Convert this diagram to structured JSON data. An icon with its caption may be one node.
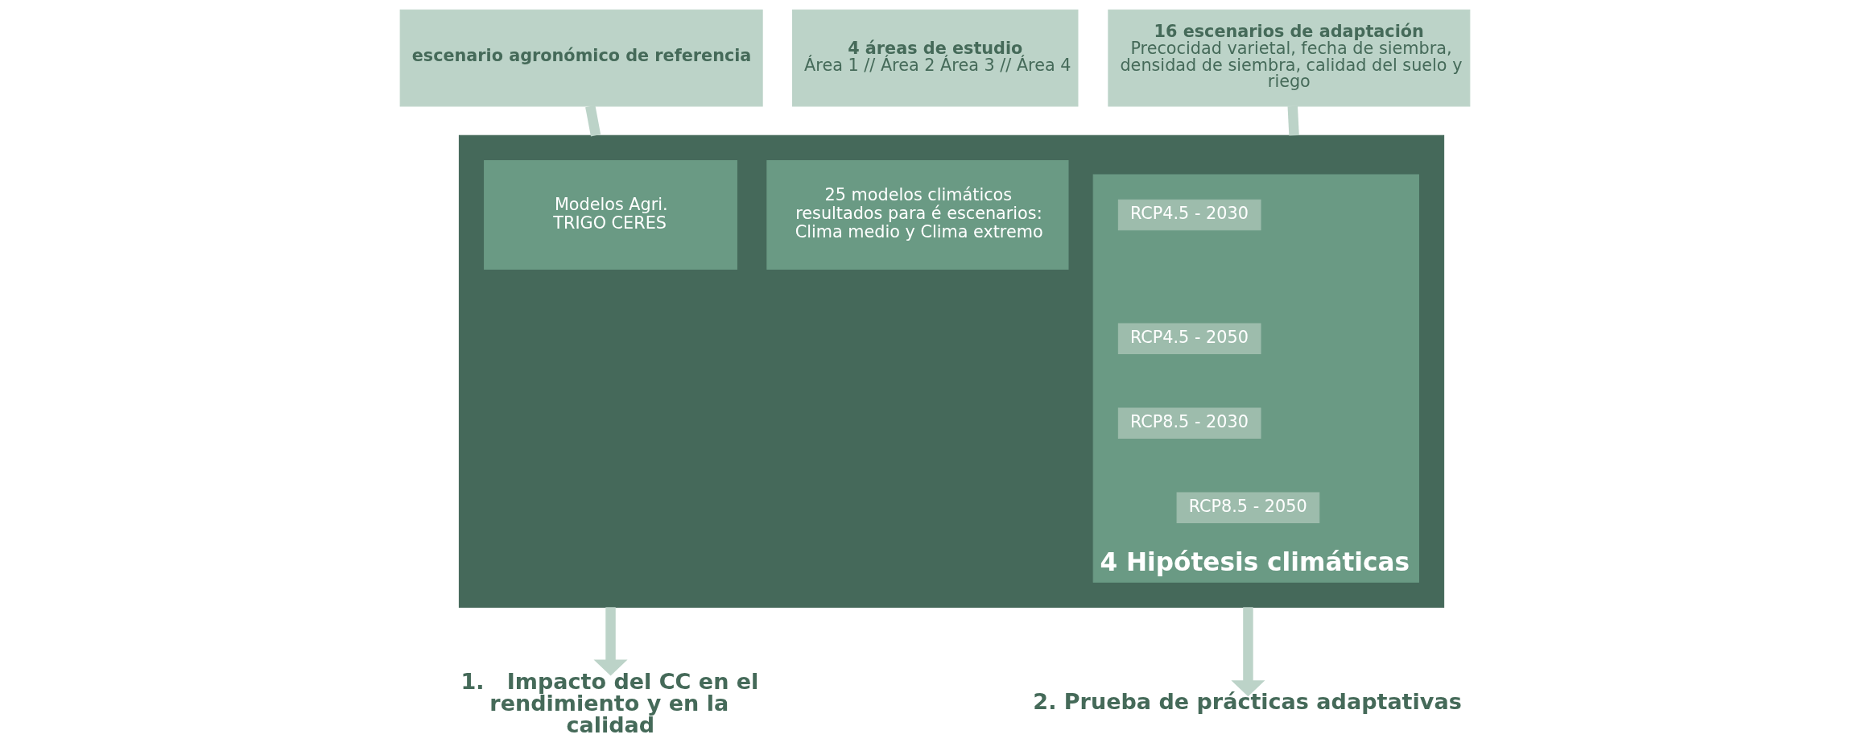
{
  "diagram": {
    "nodes": [
      {
        "text": [
          "escenario agronómico de referencia"
        ]
      },
      {
        "text": [
          "4 áreas de estudio",
          "Área 1 // Área 2 Área 3 // Área 4"
        ]
      },
      {
        "text": [
          "16 escenarios de adaptación",
          "Precocidad varietal, fecha de siembra, densidad de siembra, calidad del suelo y riego"
        ]
      },
      {
        "text": [],
        "shape": "box"
      },
      {
        "text": [
          "Modelos Agri. TRIGO CERES"
        ],
        "in": 3
      },
      {
        "text": [
          "25 modelos climáticos resultados para é escenarios: Clima medio y Clima extremo"
        ],
        "in": 3
      },
      {
        "text": [
          "4 Hipótesis climáticas"
        ],
        "in": 3
      },
      {
        "text": [
          "RCP4.5 - 2030"
        ],
        "in": 6
      },
      {
        "text": [
          "RCP4.5 - 2050"
        ],
        "in": 6
      },
      {
        "text": [
          "RCP8.5 - 2030"
        ],
        "in": 6
      },
      {
        "text": [
          "RCP8.5 - 2050"
        ],
        "in": 6
      },
      {
        "text": [
          "1.   Impacto del CC en el rendimiento y en la calidad"
        ]
      },
      {
        "text": [
          "2. Prueba de prácticas adaptativas"
        ]
      }
    ],
    "edges": [
      {
        "from": 0,
        "to": 3,
        "arrow": "none"
      },
      {
        "from": 3,
        "to": 11,
        "arrow": "to"
      },
      {
        "from": 2,
        "to": 3,
        "arrow": "none"
      },
      {
        "from": 3,
        "to": 12,
        "arrow": "to"
      }
    ]
  }
}
